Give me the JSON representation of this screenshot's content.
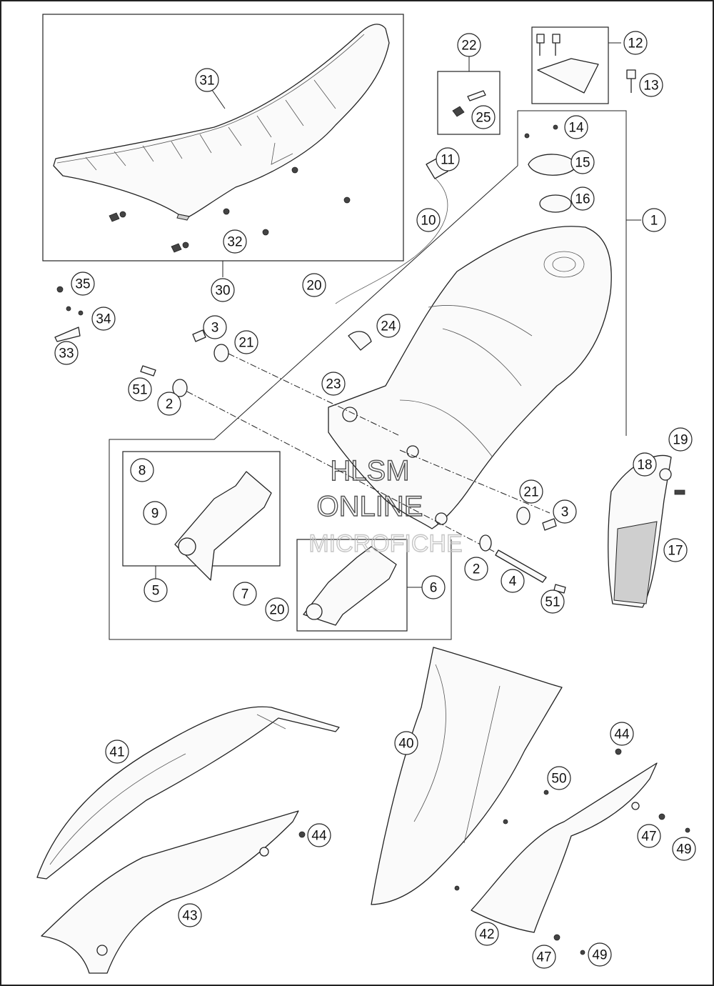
{
  "diagram": {
    "callouts": [
      {
        "id": "c31",
        "label": "31"
      },
      {
        "id": "c32",
        "label": "32"
      },
      {
        "id": "c30",
        "label": "30"
      },
      {
        "id": "c22",
        "label": "22"
      },
      {
        "id": "c25",
        "label": "25"
      },
      {
        "id": "c12",
        "label": "12"
      },
      {
        "id": "c13",
        "label": "13"
      },
      {
        "id": "c14",
        "label": "14"
      },
      {
        "id": "c15",
        "label": "15"
      },
      {
        "id": "c16",
        "label": "16"
      },
      {
        "id": "c1",
        "label": "1"
      },
      {
        "id": "c11",
        "label": "11"
      },
      {
        "id": "c10",
        "label": "10"
      },
      {
        "id": "c20a",
        "label": "20"
      },
      {
        "id": "c35",
        "label": "35"
      },
      {
        "id": "c34",
        "label": "34"
      },
      {
        "id": "c33",
        "label": "33"
      },
      {
        "id": "c3a",
        "label": "3"
      },
      {
        "id": "c21a",
        "label": "21"
      },
      {
        "id": "c24",
        "label": "24"
      },
      {
        "id": "c23",
        "label": "23"
      },
      {
        "id": "c51a",
        "label": "51"
      },
      {
        "id": "c2a",
        "label": "2"
      },
      {
        "id": "c19",
        "label": "19"
      },
      {
        "id": "c18",
        "label": "18"
      },
      {
        "id": "c17",
        "label": "17"
      },
      {
        "id": "c8",
        "label": "8"
      },
      {
        "id": "c9",
        "label": "9"
      },
      {
        "id": "c5",
        "label": "5"
      },
      {
        "id": "c7",
        "label": "7"
      },
      {
        "id": "c20b",
        "label": "20"
      },
      {
        "id": "c6",
        "label": "6"
      },
      {
        "id": "c21b",
        "label": "21"
      },
      {
        "id": "c3b",
        "label": "3"
      },
      {
        "id": "c2b",
        "label": "2"
      },
      {
        "id": "c4",
        "label": "4"
      },
      {
        "id": "c51b",
        "label": "51"
      },
      {
        "id": "c41",
        "label": "41"
      },
      {
        "id": "c40",
        "label": "40"
      },
      {
        "id": "c44a",
        "label": "44"
      },
      {
        "id": "c50",
        "label": "50"
      },
      {
        "id": "c44b",
        "label": "44"
      },
      {
        "id": "c43",
        "label": "43"
      },
      {
        "id": "c47a",
        "label": "47"
      },
      {
        "id": "c49a",
        "label": "49"
      },
      {
        "id": "c42",
        "label": "42"
      },
      {
        "id": "c47b",
        "label": "47"
      },
      {
        "id": "c49b",
        "label": "49"
      }
    ]
  },
  "watermark": {
    "line1": "HLSM",
    "line2": "ONLINE",
    "line3": "MICROFICHE"
  },
  "colors": {
    "line": "#222222",
    "background": "#ffffff"
  }
}
